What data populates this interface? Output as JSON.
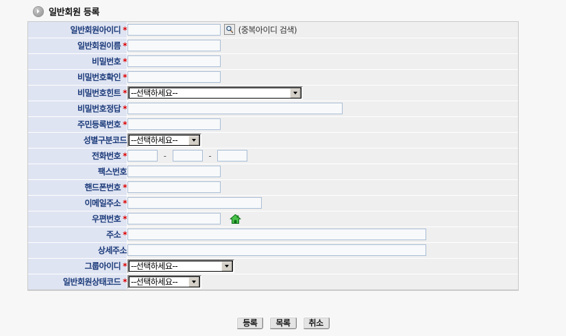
{
  "header": {
    "icon": "arrow-circle-icon",
    "title": "일반회원 등록"
  },
  "form": {
    "select_placeholder": "--선택하세요--",
    "dash": "-",
    "dup_search_note": "(중복아이디 검색)",
    "dup_search_icon": "magnifier-icon",
    "zipcode_icon": "house-icon",
    "required_mark": "*",
    "rows": [
      {
        "label": "일반회원아이디",
        "required": true,
        "control": "text"
      },
      {
        "label": "일반회원이름",
        "required": true,
        "control": "text"
      },
      {
        "label": "비밀번호",
        "required": true,
        "control": "text"
      },
      {
        "label": "비밀번호확인",
        "required": true,
        "control": "text"
      },
      {
        "label": "비밀번호힌트",
        "required": true,
        "control": "select"
      },
      {
        "label": "비밀번호정답",
        "required": true,
        "control": "text"
      },
      {
        "label": "주민등록번호",
        "required": true,
        "control": "text"
      },
      {
        "label": "성별구분코드",
        "required": false,
        "control": "select"
      },
      {
        "label": "전화번호",
        "required": true,
        "control": "tel"
      },
      {
        "label": "팩스번호",
        "required": false,
        "control": "text"
      },
      {
        "label": "핸드폰번호",
        "required": true,
        "control": "text"
      },
      {
        "label": "이메일주소",
        "required": true,
        "control": "text"
      },
      {
        "label": "우편번호",
        "required": true,
        "control": "text"
      },
      {
        "label": "주소",
        "required": true,
        "control": "text"
      },
      {
        "label": "상세주소",
        "required": false,
        "control": "text"
      },
      {
        "label": "그룹아이디",
        "required": true,
        "control": "select"
      },
      {
        "label": "일반회원상태코드",
        "required": true,
        "control": "select"
      }
    ],
    "values": {
      "member_id": "",
      "member_name": "",
      "password": "",
      "password_confirm": "",
      "password_hint": "--선택하세요--",
      "password_answer": "",
      "resident_number": "",
      "gender_code": "--선택하세요--",
      "tel1": "",
      "tel2": "",
      "tel3": "",
      "fax": "",
      "mobile": "",
      "email": "",
      "zipcode": "",
      "address": "",
      "address_detail": "",
      "group_id": "--선택하세요--",
      "member_state_code": "--선택하세요--"
    }
  },
  "buttons": {
    "submit": "등록",
    "list": "목록",
    "cancel": "취소"
  },
  "colors": {
    "label_bg": "#dfe4f2",
    "label_text": "#1b3a7a",
    "required": "#dd0000",
    "field_bg": "#efefef",
    "page_bg": "#f7f7f7",
    "input_border": "#a7bcd6"
  }
}
